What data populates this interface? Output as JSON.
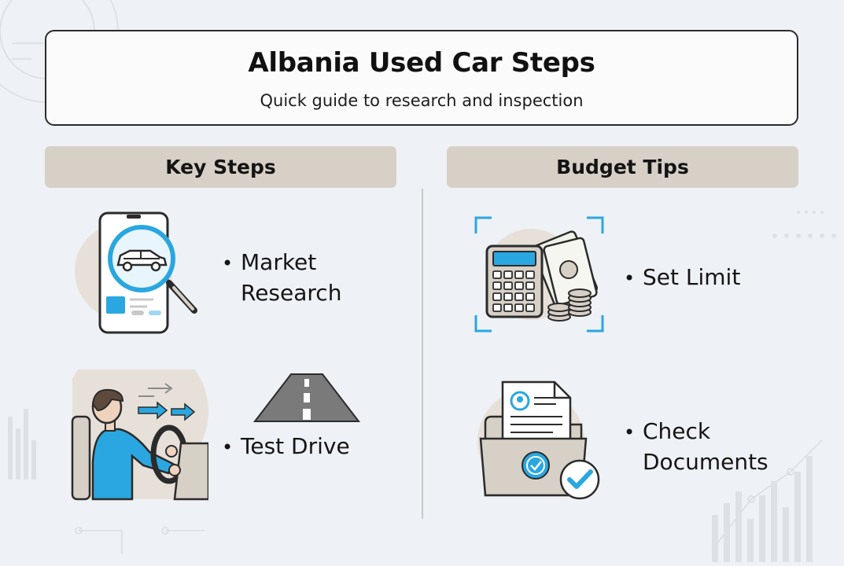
{
  "header": {
    "title": "Albania Used Car Steps",
    "subtitle": "Quick guide to research and inspection"
  },
  "sections": {
    "key_steps": {
      "title": "Key Steps",
      "items": [
        {
          "line1": "Market",
          "line2": "Research",
          "icon": "phone-magnifier-car-icon"
        },
        {
          "line1": "Test Drive",
          "line2": "",
          "icon": "driver-steering-wheel-icon"
        }
      ]
    },
    "budget_tips": {
      "title": "Budget Tips",
      "items": [
        {
          "line1": "Set Limit",
          "line2": "",
          "icon": "calculator-money-icon"
        },
        {
          "line1": "Check",
          "line2": "Documents",
          "icon": "folder-documents-check-icon"
        }
      ]
    }
  },
  "bullet_glyph": "•",
  "colors": {
    "background": "#eef1f5",
    "header_band": "#d7d0c7",
    "accent_blue": "#2aa7e0",
    "icon_circle": "#e6e0d8",
    "outline": "#2b2b2b"
  }
}
